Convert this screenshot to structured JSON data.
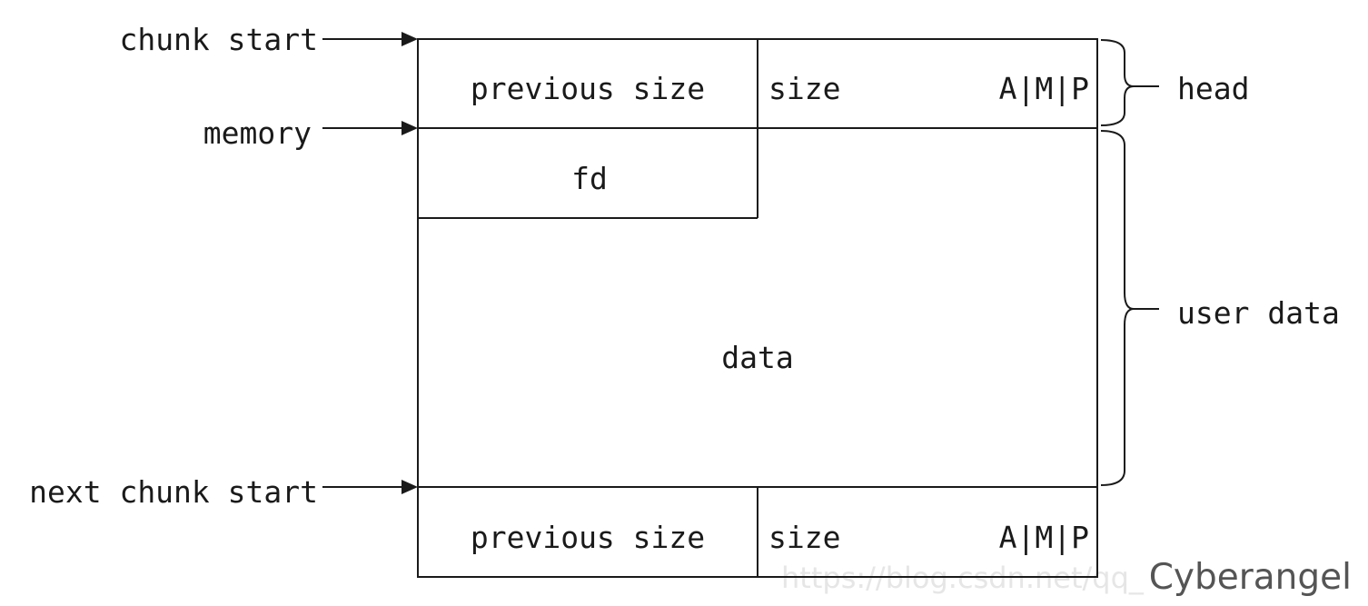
{
  "pointers": {
    "chunk_start": "chunk start",
    "memory": "memory",
    "next_chunk_start": "next chunk start"
  },
  "chunk": {
    "previous_size": "previous size",
    "size": "size",
    "flags": "A|M|P",
    "fd": "fd",
    "data": "data"
  },
  "next_chunk": {
    "previous_size": "previous size",
    "size": "size",
    "flags": "A|M|P"
  },
  "braces": {
    "head": "head",
    "user_data": "user data"
  },
  "watermark": {
    "url": "https://blog.csdn.net/qq_",
    "author": "Cyberangel"
  },
  "colors": {
    "line": "#1a1a1a",
    "text": "#1a1a1a",
    "watermark_faint": "#e6e6e6",
    "watermark_author": "#555555"
  }
}
